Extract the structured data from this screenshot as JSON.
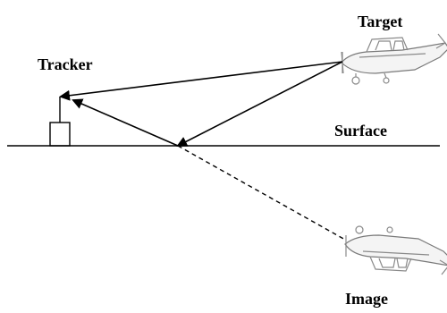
{
  "labels": {
    "target": "Target",
    "tracker": "Tracker",
    "surface": "Surface",
    "image": "Image"
  },
  "colors": {
    "ink": "#000000",
    "plane_outline": "#8a8a8a",
    "plane_fill": "#f4f4f4"
  },
  "icons": {
    "target": "airplane-icon",
    "image": "airplane-reflection-icon",
    "tracker": "tracker-box-icon"
  }
}
